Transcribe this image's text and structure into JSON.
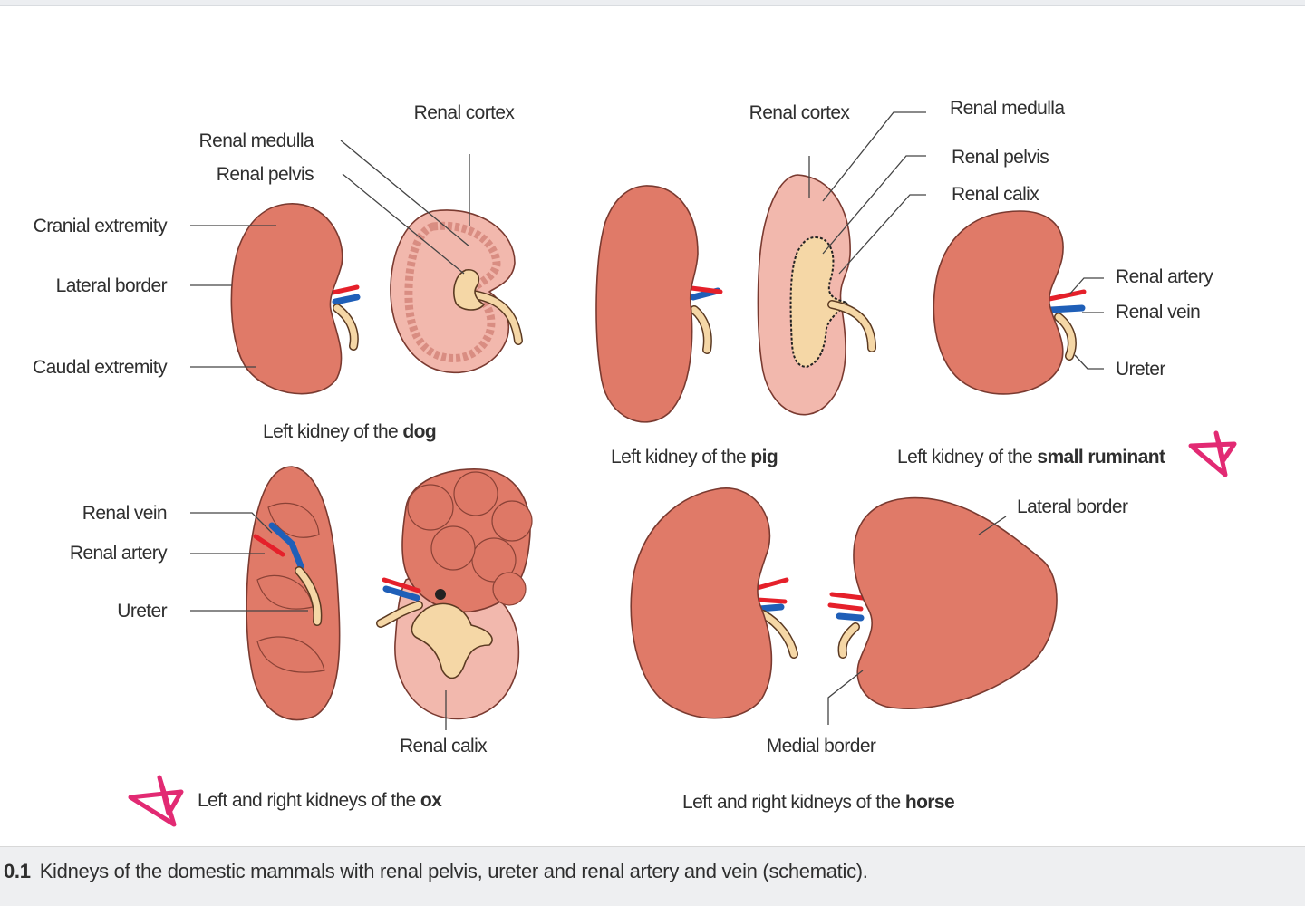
{
  "labels": {
    "dog_renal_cortex": "Renal cortex",
    "dog_renal_medulla": "Renal medulla",
    "dog_renal_pelvis": "Renal pelvis",
    "cranial_extremity": "Cranial extremity",
    "lateral_border_dog": "Lateral border",
    "caudal_extremity": "Caudal extremity",
    "pig_renal_cortex": "Renal cortex",
    "pig_renal_medulla": "Renal medulla",
    "pig_renal_pelvis": "Renal pelvis",
    "pig_renal_calix": "Renal calix",
    "sr_renal_artery": "Renal artery",
    "sr_renal_vein": "Renal vein",
    "sr_ureter": "Ureter",
    "ox_renal_vein": "Renal vein",
    "ox_renal_artery": "Renal artery",
    "ox_ureter": "Ureter",
    "ox_renal_calix": "Renal calix",
    "horse_lateral_border": "Lateral border",
    "horse_medial_border": "Medial border"
  },
  "captions": {
    "dog_prefix": "Left kidney of the ",
    "dog_bold": "dog",
    "pig_prefix": "Left kidney of the ",
    "pig_bold": "pig",
    "small_ruminant_prefix": "Left kidney of the ",
    "small_ruminant_bold": "small ruminant",
    "ox_prefix": "Left and right kidneys of the ",
    "ox_bold": "ox",
    "horse_prefix": "Left and right kidneys of the ",
    "horse_bold": "horse"
  },
  "figure_caption": {
    "number": "0.1",
    "text": "Kidneys of the domestic mammals with renal pelvis, ureter and renal artery and vein (schematic)."
  },
  "colors": {
    "kidney": "#e07a68",
    "kidney_cut": "#f2b8ad",
    "pelvis": "#f5d7a6",
    "artery": "#e5202a",
    "vein": "#1f5fb8",
    "star_annotation": "#e22a73"
  },
  "icons": [
    "pink-star-annotation-icon"
  ]
}
